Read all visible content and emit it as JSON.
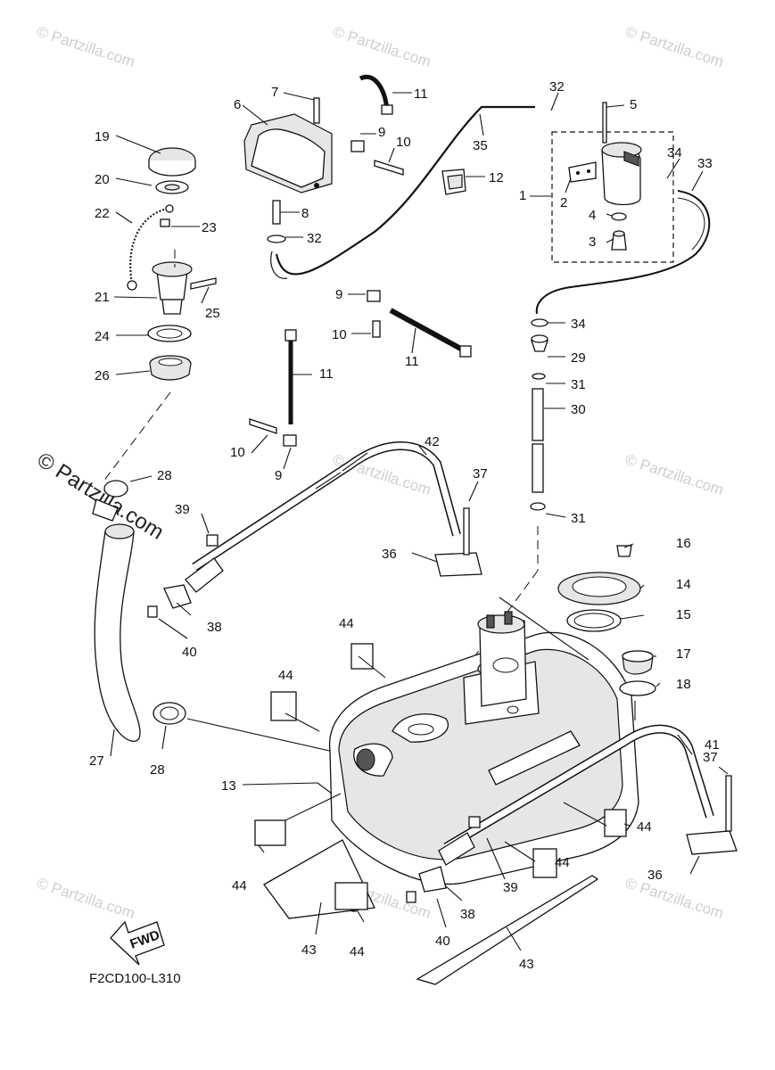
{
  "diagram_code": "F2CD100-L310",
  "direction_label": "FWD",
  "watermark": "© Partzilla.com",
  "callouts": [
    {
      "id": "c1",
      "text": "1"
    },
    {
      "id": "c2",
      "text": "2"
    },
    {
      "id": "c3",
      "text": "3"
    },
    {
      "id": "c4",
      "text": "4"
    },
    {
      "id": "c5",
      "text": "5"
    },
    {
      "id": "c6",
      "text": "6"
    },
    {
      "id": "c7",
      "text": "7"
    },
    {
      "id": "c8",
      "text": "8"
    },
    {
      "id": "c9a",
      "text": "9"
    },
    {
      "id": "c9b",
      "text": "9"
    },
    {
      "id": "c9c",
      "text": "9"
    },
    {
      "id": "c10a",
      "text": "10"
    },
    {
      "id": "c10b",
      "text": "10"
    },
    {
      "id": "c10c",
      "text": "10"
    },
    {
      "id": "c11a",
      "text": "11"
    },
    {
      "id": "c11b",
      "text": "11"
    },
    {
      "id": "c11c",
      "text": "11"
    },
    {
      "id": "c12",
      "text": "12"
    },
    {
      "id": "c13",
      "text": "13"
    },
    {
      "id": "c14",
      "text": "14"
    },
    {
      "id": "c15",
      "text": "15"
    },
    {
      "id": "c16",
      "text": "16"
    },
    {
      "id": "c17",
      "text": "17"
    },
    {
      "id": "c18",
      "text": "18"
    },
    {
      "id": "c19",
      "text": "19"
    },
    {
      "id": "c20",
      "text": "20"
    },
    {
      "id": "c21",
      "text": "21"
    },
    {
      "id": "c22",
      "text": "22"
    },
    {
      "id": "c23",
      "text": "23"
    },
    {
      "id": "c24",
      "text": "24"
    },
    {
      "id": "c25",
      "text": "25"
    },
    {
      "id": "c26",
      "text": "26"
    },
    {
      "id": "c27",
      "text": "27"
    },
    {
      "id": "c28a",
      "text": "28"
    },
    {
      "id": "c28b",
      "text": "28"
    },
    {
      "id": "c29",
      "text": "29"
    },
    {
      "id": "c30",
      "text": "30"
    },
    {
      "id": "c31a",
      "text": "31"
    },
    {
      "id": "c31b",
      "text": "31"
    },
    {
      "id": "c32a",
      "text": "32"
    },
    {
      "id": "c32b",
      "text": "32"
    },
    {
      "id": "c33",
      "text": "33"
    },
    {
      "id": "c34a",
      "text": "34"
    },
    {
      "id": "c34b",
      "text": "34"
    },
    {
      "id": "c35",
      "text": "35"
    },
    {
      "id": "c36a",
      "text": "36"
    },
    {
      "id": "c36b",
      "text": "36"
    },
    {
      "id": "c37a",
      "text": "37"
    },
    {
      "id": "c37b",
      "text": "37"
    },
    {
      "id": "c38a",
      "text": "38"
    },
    {
      "id": "c38b",
      "text": "38"
    },
    {
      "id": "c39a",
      "text": "39"
    },
    {
      "id": "c39b",
      "text": "39"
    },
    {
      "id": "c40a",
      "text": "40"
    },
    {
      "id": "c40b",
      "text": "40"
    },
    {
      "id": "c41",
      "text": "41"
    },
    {
      "id": "c42",
      "text": "42"
    },
    {
      "id": "c43a",
      "text": "43"
    },
    {
      "id": "c43b",
      "text": "43"
    },
    {
      "id": "c44a",
      "text": "44"
    },
    {
      "id": "c44b",
      "text": "44"
    },
    {
      "id": "c44c",
      "text": "44"
    },
    {
      "id": "c44d",
      "text": "44"
    },
    {
      "id": "c44e",
      "text": "44"
    },
    {
      "id": "c44f",
      "text": "44"
    },
    {
      "id": "c44g",
      "text": "44"
    }
  ]
}
